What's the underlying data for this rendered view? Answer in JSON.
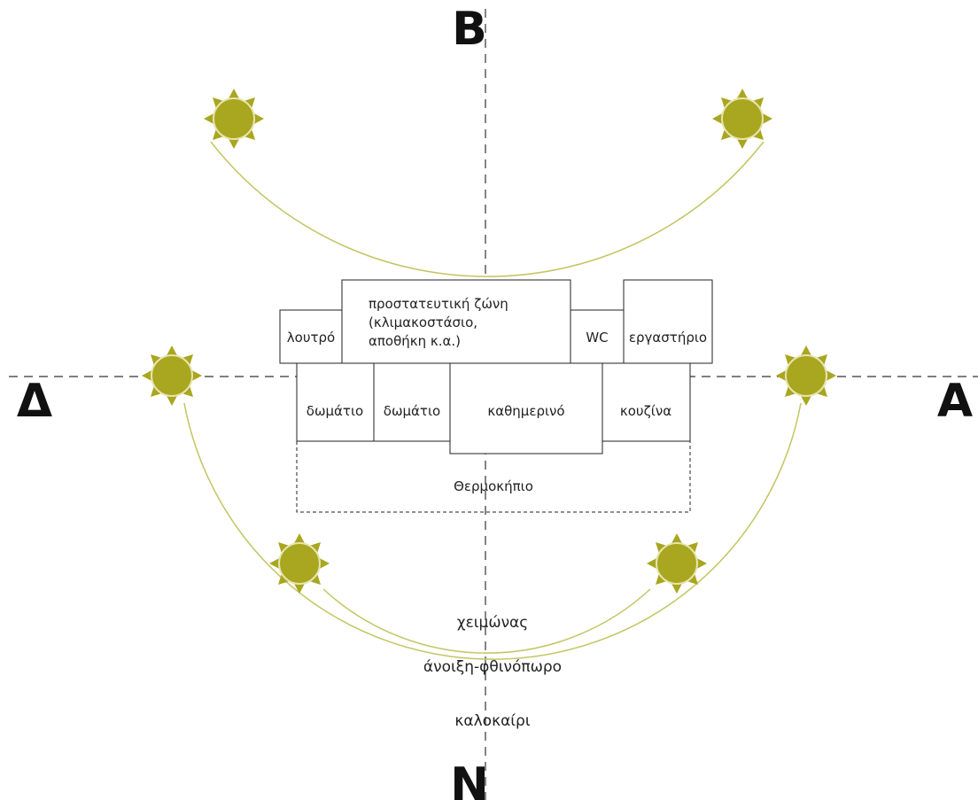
{
  "compass": {
    "north": "Β",
    "south": "Ν",
    "east": "Α",
    "west": "Δ"
  },
  "rooms": {
    "bathroom": "λουτρό",
    "protective_zone_line1": "προστατευτική ζώνη",
    "protective_zone_line2": "(κλιμακοστάσιο,",
    "protective_zone_line3": "αποθήκη κ.α.)",
    "wc": "WC",
    "workshop": "εργαστήριο",
    "bedroom_1": "δωμάτιο",
    "bedroom_2": "δωμάτιο",
    "living_room": "καθημερινό",
    "kitchen": "κουζίνα",
    "greenhouse": "Θερμοκήπιο"
  },
  "sun_paths": {
    "winter": "χειμώνας",
    "spring_autumn": "άνοιξη-φθινόπωρο",
    "summer": "καλοκαίρι"
  },
  "colors": {
    "sun_fill": "#a9a61f",
    "sun_path": "#c2c560",
    "outline": "#222222",
    "axis": "#333333"
  }
}
